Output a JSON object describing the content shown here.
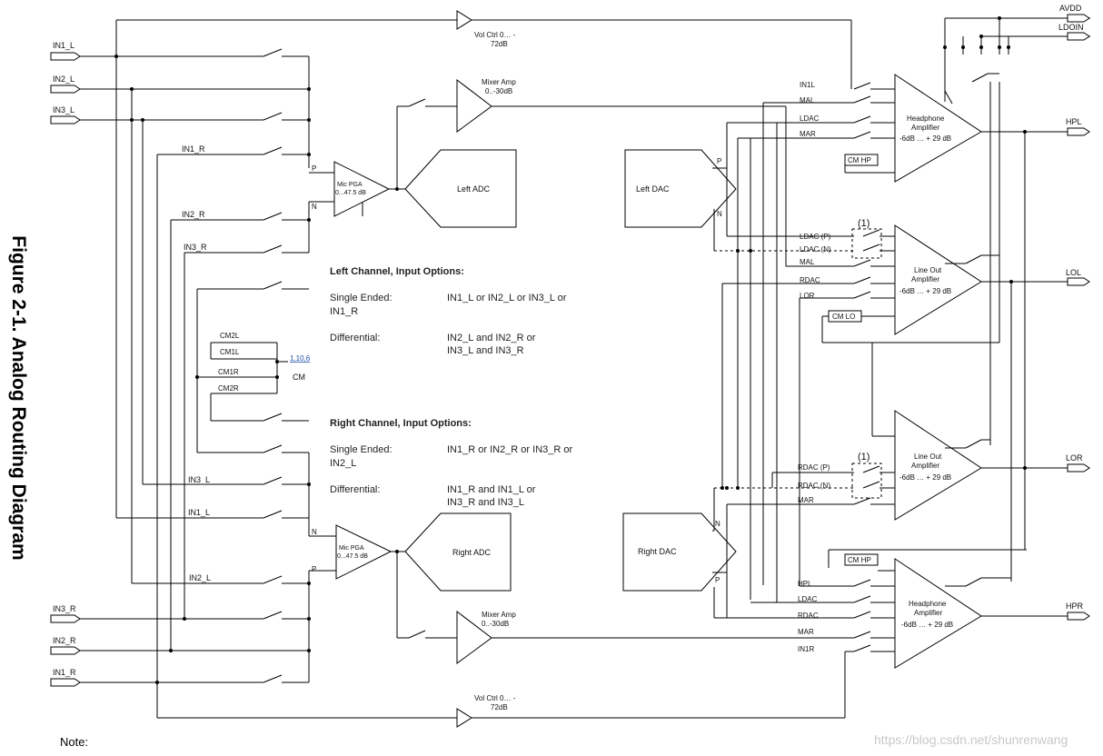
{
  "figure_title": "Figure 2-1. Analog Routing Diagram",
  "note_label": "Note:",
  "watermark": "https://blog.csdn.net/shunrenwang",
  "inputs_left": {
    "in1_l": "IN1_L",
    "in2_l": "IN2_L",
    "in3_l": "IN3_L"
  },
  "inputs_right": {
    "in3_r": "IN3_R",
    "in2_r": "IN2_R",
    "in1_r": "IN1_R"
  },
  "inner_labels": {
    "in1_r": "IN1_R",
    "in2_r": "IN2_R",
    "in3_r": "IN3_R",
    "in3_l": "IN3_L",
    "in1_l": "IN1_L",
    "in2_l": "IN2_L",
    "cm2l": "CM2L",
    "cm1l": "CM1L",
    "cm1r": "CM1R",
    "cm2r": "CM2R",
    "cm": "CM",
    "cm_ref": "1,10,6"
  },
  "blocks": {
    "vol_ctrl_top_1": "Vol Ctrl 0… -",
    "vol_ctrl_top_2": "72dB",
    "vol_ctrl_bot_1": "Vol Ctrl 0… -",
    "vol_ctrl_bot_2": "72dB",
    "mixer_top_1": "Mixer Amp",
    "mixer_top_2": "0..-30dB",
    "mixer_bot_1": "Mixer Amp",
    "mixer_bot_2": "0..-30dB",
    "mic_pga_l_1": "Mic PGA",
    "mic_pga_l_2": "0...47.5 dB",
    "mic_pga_r_1": "Mic PGA",
    "mic_pga_r_2": "0...47.5 dB",
    "left_adc": "Left ADC",
    "right_adc": "Right ADC",
    "left_dac": "Left DAC",
    "right_dac": "Right DAC",
    "hp_amp_1": "Headphone",
    "hp_amp_2": "Amplifier",
    "hp_amp_3": "-6dB … + 29 dB",
    "hpr_amp_1": "Headphone",
    "hpr_amp_2": "Amplifier",
    "hpr_amp_3": "-6dB … + 29 dB",
    "lol_amp_1": "Line Out",
    "lol_amp_2": "Amplifier",
    "lol_amp_3": "-6dB … + 29 dB",
    "lor_amp_1": "Line Out",
    "lor_amp_2": "Amplifier",
    "lor_amp_3": "-6dB … + 29 dB",
    "cm_hp_top": "CM HP",
    "cm_lo": "CM LO",
    "cm_hp_bot": "CM HP"
  },
  "pins": {
    "p": "P",
    "n": "N"
  },
  "hpl_inputs": [
    "IN1L",
    "MAL",
    "LDAC",
    "MAR"
  ],
  "lol_inputs": [
    "LDAC (P)",
    "LDAC (N)",
    "MAL",
    "RDAC",
    "LOR"
  ],
  "lor_inputs": [
    "RDAC (P)",
    "RDAC (N)",
    "MAR"
  ],
  "hpr_inputs": [
    "HPL",
    "LDAC",
    "RDAC",
    "MAR",
    "IN1R"
  ],
  "note_ref": "(1)",
  "outputs": {
    "hpl": "HPL",
    "lol": "LOL",
    "lor": "LOR",
    "hpr": "HPR"
  },
  "supplies": {
    "avdd": "AVDD",
    "ldoin": "LDOIN"
  },
  "left_options": {
    "heading": "Left Channel, Input Options:",
    "se_label": "Single Ended:",
    "se_value": "IN1_L   or   IN2_L   or   IN3_L   or",
    "se_value2": "IN1_R",
    "diff_label": "Differential:",
    "diff_value": "IN2_L and  IN2_R   or",
    "diff_value2": "IN3_L and  IN3_R"
  },
  "right_options": {
    "heading": "Right Channel, Input Options:",
    "se_label": "Single Ended:",
    "se_value": "IN1_R   or   IN2_R   or   IN3_R   or",
    "se_value2": "IN2_L",
    "diff_label": "Differential:",
    "diff_value": "IN1_R and  IN1_L   or",
    "diff_value2": "IN3_R and  IN3_L"
  }
}
